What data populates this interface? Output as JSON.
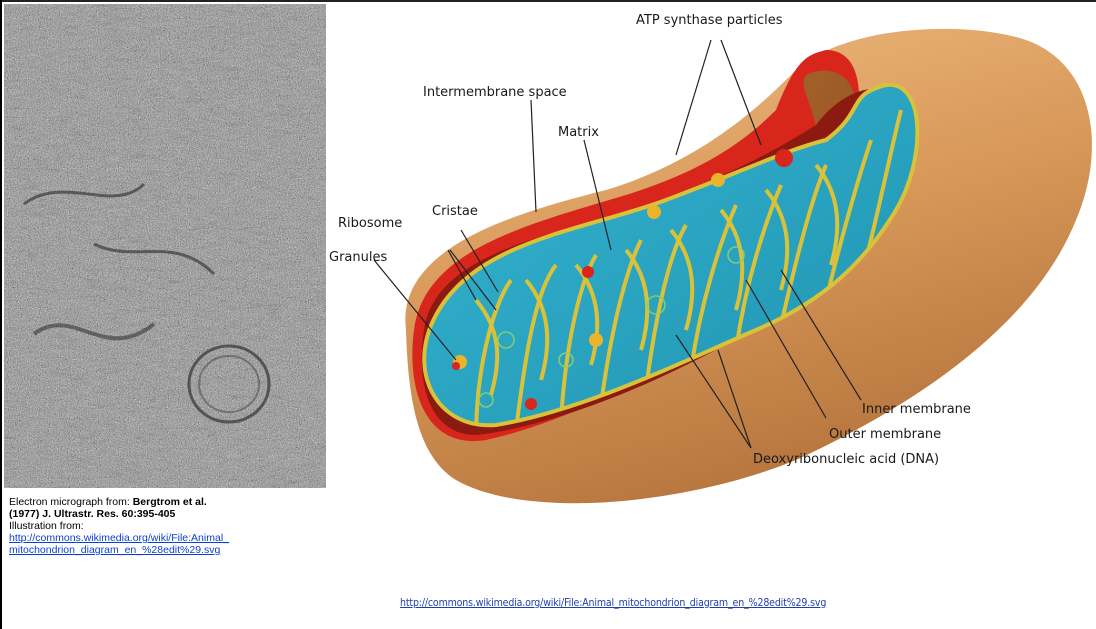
{
  "micrograph": {
    "credit_prefix": "Electron micrograph from: ",
    "credit_citation_line1": "Bergtrom et al.",
    "credit_citation_line2": "(1977) J. Ultrastr. Res. 60:395-405",
    "illustration_label": "Illustration from:",
    "illustration_link_line1": "http://commons.wikimedia.org/wiki/File:Animal_",
    "illustration_link_line2": "mitochondrion_diagram_en_%28edit%29.svg"
  },
  "diagram": {
    "labels": {
      "atp_synthase": "ATP synthase particles",
      "intermembrane_space": "Intermembrane space",
      "matrix": "Matrix",
      "ribosome": "Ribosome",
      "cristae": "Cristae",
      "granules": "Granules",
      "inner_membrane": "Inner membrane",
      "outer_membrane": "Outer membrane",
      "dna": "Deoxyribonucleic acid (DNA)"
    },
    "colors": {
      "outer_shell": "#d89a5e",
      "outer_membrane": "#d8261c",
      "matrix": "#2aa7c2",
      "inner_membrane": "#d9c23a"
    }
  },
  "source_url": "http://commons.wikimedia.org/wiki/File:Animal_mitochondrion_diagram_en_%28edit%29.svg"
}
